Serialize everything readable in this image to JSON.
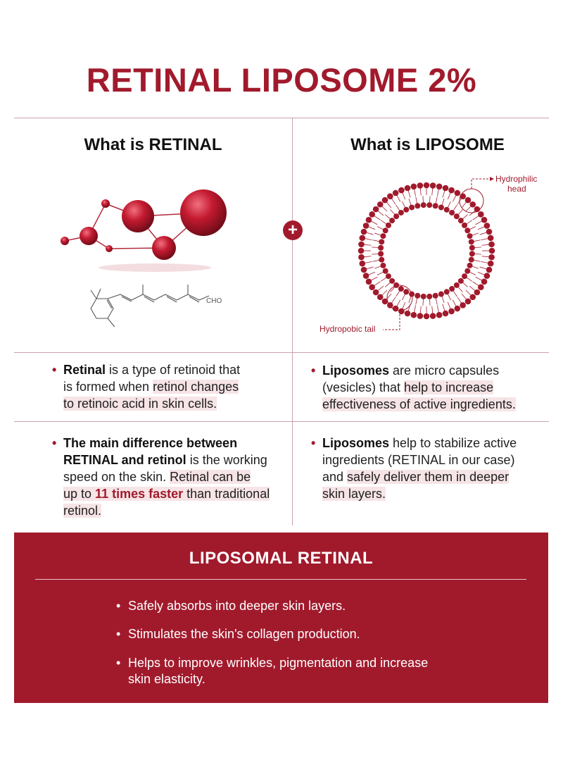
{
  "title": "RETINAL LIPOSOME 2%",
  "left": {
    "heading": "What is RETINAL",
    "formula_label": "CHO",
    "icons": {
      "molecule": "molecule-spheres-illustration",
      "structure": "retinal-structural-formula"
    },
    "point1": {
      "bold": "Retinal",
      "line1": " is a type of retinoid that",
      "line2a": "is formed when ",
      "hl1": "retinol changes",
      "hl2": "to retinoic acid in skin cells."
    },
    "point2": {
      "bold1": "The main difference between",
      "bold2": "RETINAL and retinol",
      "line2b": " is the working",
      "line3a": "speed  on the skin. ",
      "hl3": "Retinal can be",
      "hl4a": "up to ",
      "hl4b": "11 times faster",
      "hl4c": " than traditional",
      "hl5": "retinol."
    }
  },
  "right": {
    "heading": "What is LIPOSOME",
    "label_head1": "Hydrophilic",
    "label_head2": "head",
    "label_tail": "Hydropobic tail",
    "icons": {
      "liposome": "liposome-bilayer-ring-illustration"
    },
    "point1": {
      "bold": "Liposomes",
      "line1": " are micro capsules",
      "line2a": "(vesicles) that ",
      "hl1": "help to increase",
      "hl2": "effectiveness of active ingredients."
    },
    "point2": {
      "bold": "Liposomes",
      "line1": " help to stabilize active",
      "line2": "ingredients (RETINAL in our case)",
      "line3a": "and ",
      "hl3": "safely deliver them in deeper",
      "hl4": "skin layers."
    }
  },
  "plus_symbol": "+",
  "panel": {
    "title": "LIPOSOMAL RETINAL",
    "items": [
      "Safely absorbs into deeper skin layers.",
      "Stimulates the skin's collagen production.",
      "Helps to improve wrinkles, pigmentation and increase",
      "skin elasticity."
    ]
  },
  "colors": {
    "brand": "#a11a2c",
    "highlight": "#f6e4e6",
    "divider": "#c9a3aa"
  }
}
